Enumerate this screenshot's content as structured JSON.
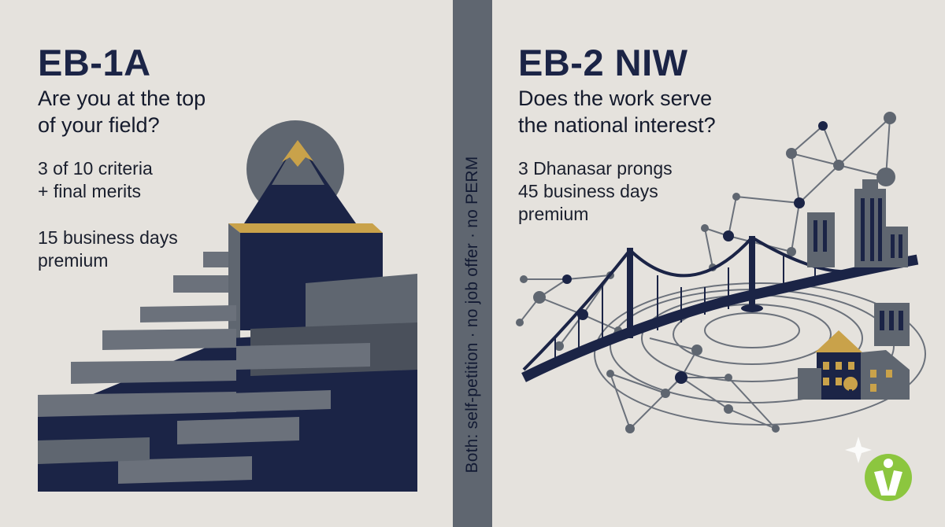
{
  "left": {
    "title": "EB-1A",
    "question_line1": "Are you at the top",
    "question_line2": "of your field?",
    "criteria_line1": "3 of 10 criteria",
    "criteria_line2": "+ final merits",
    "timing_line1": "15 business days",
    "timing_line2": "premium"
  },
  "right": {
    "title": "EB-2 NIW",
    "question_line1": "Does the work serve",
    "question_line2": "the national interest?",
    "prongs_line1": "3 Dhanasar prongs",
    "prongs_line2": "45 business days",
    "prongs_line3": "premium"
  },
  "divider": {
    "text": "Both: self-petition · no job offer · no PERM"
  },
  "colors": {
    "navy": "#1b2446",
    "slate": "#5f6670",
    "gold": "#c9a24a",
    "background": "#e5e2dd",
    "logo_green": "#8cc63f"
  },
  "icons": {
    "left_illustration": "staircase-mountain-icon",
    "right_illustration": "bridge-network-city-icon",
    "logo": "figure-logo-icon",
    "sparkle": "sparkle-icon"
  }
}
